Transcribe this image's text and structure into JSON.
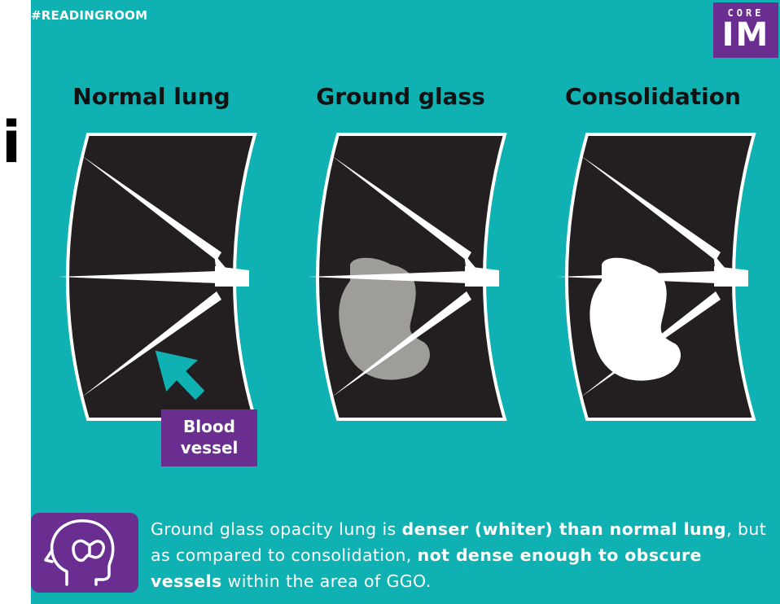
{
  "stray_text": "i",
  "hashtag": "#READINGROOM",
  "logo": {
    "top": "CORE",
    "main": "IM"
  },
  "panels": [
    {
      "title": "Normal lung"
    },
    {
      "title": "Ground glass"
    },
    {
      "title": "Consolidation"
    }
  ],
  "blood_vessel_label": {
    "line1": "Blood",
    "line2": "vessel"
  },
  "caption": {
    "part1": "Ground glass opacity lung is ",
    "bold1": "denser (whiter) than normal lung",
    "part2": ", but as compared to consolidation, ",
    "bold2": "not dense enough to obscure vessels",
    "part3": " within the area of GGO."
  },
  "icon": "head-with-lungs-icon",
  "colors": {
    "background": "#0fb1b3",
    "accent": "#6a2d90",
    "lung": "#231f20"
  }
}
